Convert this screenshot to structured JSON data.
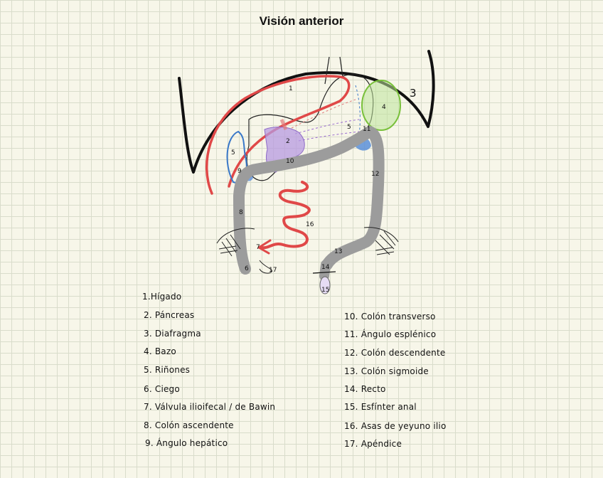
{
  "title": "Visión anterior",
  "diagram_labels": {
    "n1": "1",
    "n2": "2",
    "n3": "3",
    "n4": "4",
    "n5": "5",
    "n5b": "5",
    "n6": "6",
    "n7": "7",
    "n8": "8",
    "n9": "9",
    "n10": "10",
    "n11": "11",
    "n12": "12",
    "n13": "13",
    "n14": "14",
    "n15": "15",
    "n16": "16",
    "n17": "17"
  },
  "legend_left": [
    "1.Hígado",
    "2. Páncreas",
    "3. Diafragma",
    "4. Bazo",
    "5. Riñones",
    "6. Ciego",
    "7. Válvula ilioifecal / de Bawin",
    "8. Colón ascendente",
    "9. Ángulo hepático"
  ],
  "legend_right": [
    "10. Colón transverso",
    "11. Ángulo esplénico",
    "12. Colón descendente",
    "13. Colón sigmoide",
    "14. Recto",
    "15. Esfínter anal",
    "16. Asas de yeyuno ilio",
    "17. Apéndice"
  ],
  "colors": {
    "diaphragm": "#111111",
    "liver": "#e04848",
    "spleen": "#88cc4a",
    "kidney": "#3a78c8",
    "pancreas": "#b79ae0",
    "colon": "#9c9c9c",
    "intestine": "#e04848"
  }
}
